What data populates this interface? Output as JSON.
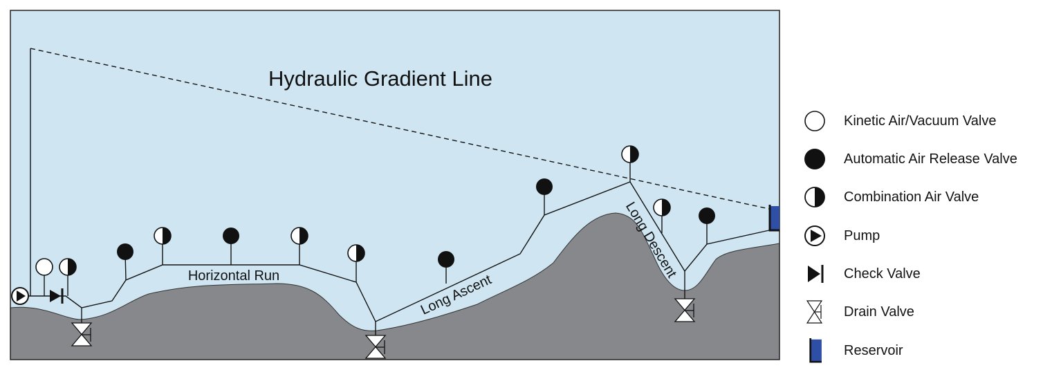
{
  "diagram": {
    "title": "Hydraulic Gradient Line",
    "labels": {
      "horizontal_run": "Horizontal Run",
      "long_ascent": "Long Ascent",
      "long_descent": "Long Descent"
    },
    "colors": {
      "water": "#cfe6f2",
      "ground": "#86888b",
      "reservoir": "#2f4fa6",
      "line": "#111111"
    }
  },
  "legend": {
    "items": [
      {
        "icon": "kinetic-air-vacuum-valve-icon",
        "label": "Kinetic Air/Vacuum Valve"
      },
      {
        "icon": "automatic-air-release-valve-icon",
        "label": "Automatic Air Release Valve"
      },
      {
        "icon": "combination-air-valve-icon",
        "label": "Combination Air Valve"
      },
      {
        "icon": "pump-icon",
        "label": "Pump"
      },
      {
        "icon": "check-valve-icon",
        "label": "Check Valve"
      },
      {
        "icon": "drain-valve-icon",
        "label": "Drain Valve"
      },
      {
        "icon": "reservoir-icon",
        "label": "Reservoir"
      }
    ]
  }
}
